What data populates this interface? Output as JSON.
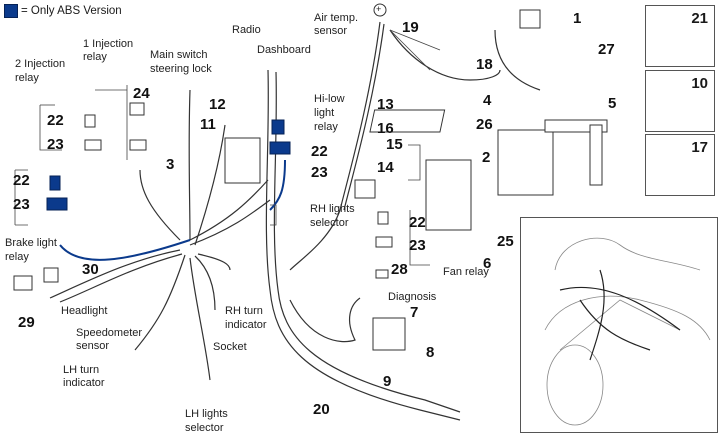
{
  "legend": {
    "swatch_color": "#0b3a8c",
    "text": "= Only ABS Version"
  },
  "labels": {
    "radio": "Radio",
    "dashboard": "Dashboard",
    "air_temp_line1": "Air temp.",
    "air_temp_line2": "sensor",
    "inj1_line1": "1 Injection",
    "inj1_line2": "relay",
    "inj2_line1": "2 Injection",
    "inj2_line2": "relay",
    "main_switch_line1": "Main switch",
    "main_switch_line2": "steering lock",
    "hilow_line1": "Hi-low",
    "hilow_line2": "light",
    "hilow_line3": "relay",
    "rh_lights_line1": "RH lights",
    "rh_lights_line2": "selector",
    "brake_line1": "Brake light",
    "brake_line2": "relay",
    "headlight": "Headlight",
    "speedo_line1": "Speedometer",
    "speedo_line2": "sensor",
    "lh_turn_line1": "LH turn",
    "lh_turn_line2": "indicator",
    "rh_turn_line1": "RH turn",
    "rh_turn_line2": "indicator",
    "socket": "Socket",
    "lh_lights_line1": "LH lights",
    "lh_lights_line2": "selector",
    "diagnosis": "Diagnosis",
    "fan_relay": "Fan relay",
    "positive": "+"
  },
  "parts": {
    "p1": "1",
    "p2": "2",
    "p3": "3",
    "p4": "4",
    "p5": "5",
    "p6": "6",
    "p7": "7",
    "p8": "8",
    "p9": "9",
    "p10": "10",
    "p11": "11",
    "p12": "12",
    "p13": "13",
    "p14": "14",
    "p15": "15",
    "p16": "16",
    "p17": "17",
    "p18": "18",
    "p19": "19",
    "p20": "20",
    "p21": "21",
    "p22": "22",
    "p23": "23",
    "p24": "24",
    "p25": "25",
    "p26": "26",
    "p27": "27",
    "p28": "28",
    "p29": "29",
    "p30": "30"
  }
}
